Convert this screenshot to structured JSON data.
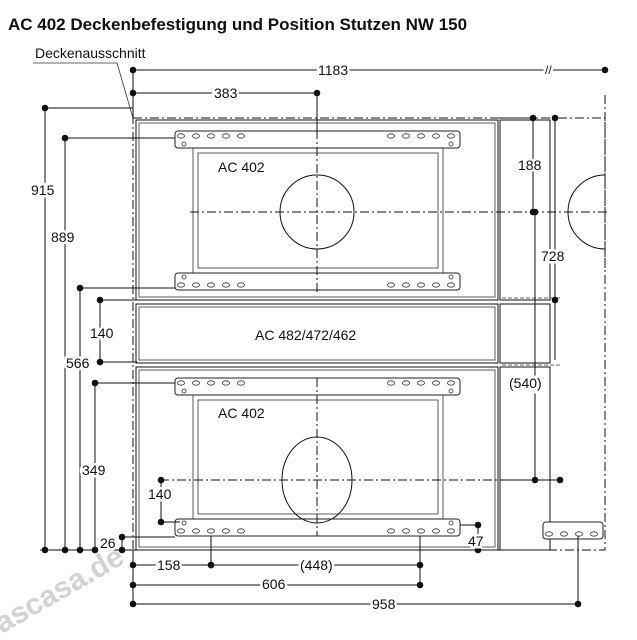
{
  "title": "AC 402 Deckenbefestigung und Position Stutzen NW 150",
  "cutout_label": "Deckenausschnitt",
  "units": {
    "upper": "AC 402",
    "middle": "AC 482/472/462",
    "lower": "AC 402"
  },
  "dimensions": {
    "d1183": "1183",
    "d383": "383",
    "d915": "915",
    "d889": "889",
    "d566": "566",
    "d140a": "140",
    "d349": "349",
    "d140b": "140",
    "d26": "26",
    "d188": "188",
    "d728": "728",
    "d540": "(540)",
    "d47": "47",
    "d158": "158",
    "d448": "(448)",
    "d606": "606",
    "d958": "958"
  },
  "watermark": "ascasa.de"
}
